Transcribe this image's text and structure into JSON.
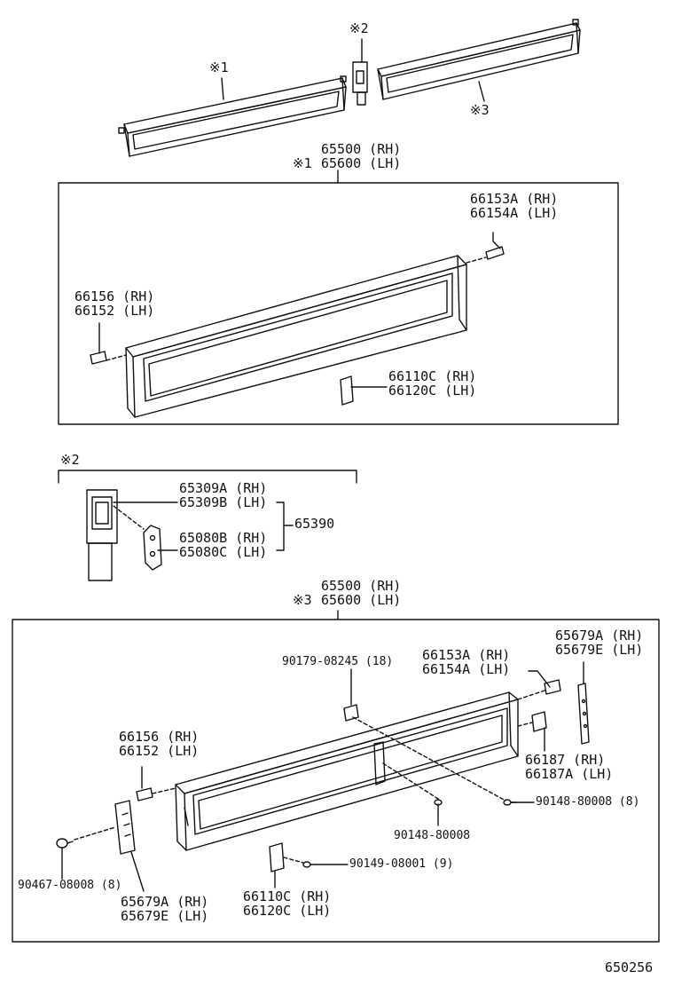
{
  "markers": {
    "m1": "※1",
    "m2": "※2",
    "m3": "※3"
  },
  "top": {
    "frame_parts": [
      "65500 (RH)",
      "65600 (LH)"
    ]
  },
  "section1": {
    "p66153": [
      "66153A (RH)",
      "66154A (LH)"
    ],
    "p66156": [
      "66156 (RH)",
      "66152 (LH)"
    ],
    "p66110": [
      "66110C (RH)",
      "66120C (LH)"
    ]
  },
  "section2": {
    "p65309": [
      "65309A (RH)",
      "65309B (LH)"
    ],
    "p65080": [
      "65080B (RH)",
      "65080C (LH)"
    ],
    "assy": "65390"
  },
  "section3": {
    "frame_parts": [
      "65500 (RH)",
      "65600 (LH)"
    ],
    "p65679_top": [
      "65679A (RH)",
      "65679E (LH)"
    ],
    "p90179": "90179-08245 (18)",
    "p66153": [
      "66153A (RH)",
      "66154A (LH)"
    ],
    "p66156": [
      "66156 (RH)",
      "66152 (LH)"
    ],
    "p66187": [
      "66187 (RH)",
      "66187A (LH)"
    ],
    "p90148_right": "90148-80008 (8)",
    "p90148_mid": "90148-80008",
    "p90467": "90467-08008 (8)",
    "p90149": "90149-08001 (9)",
    "p65679_bot": [
      "65679A (RH)",
      "65679E (LH)"
    ],
    "p66110": [
      "66110C (RH)",
      "66120C (LH)"
    ]
  },
  "diagram_id": "650256"
}
